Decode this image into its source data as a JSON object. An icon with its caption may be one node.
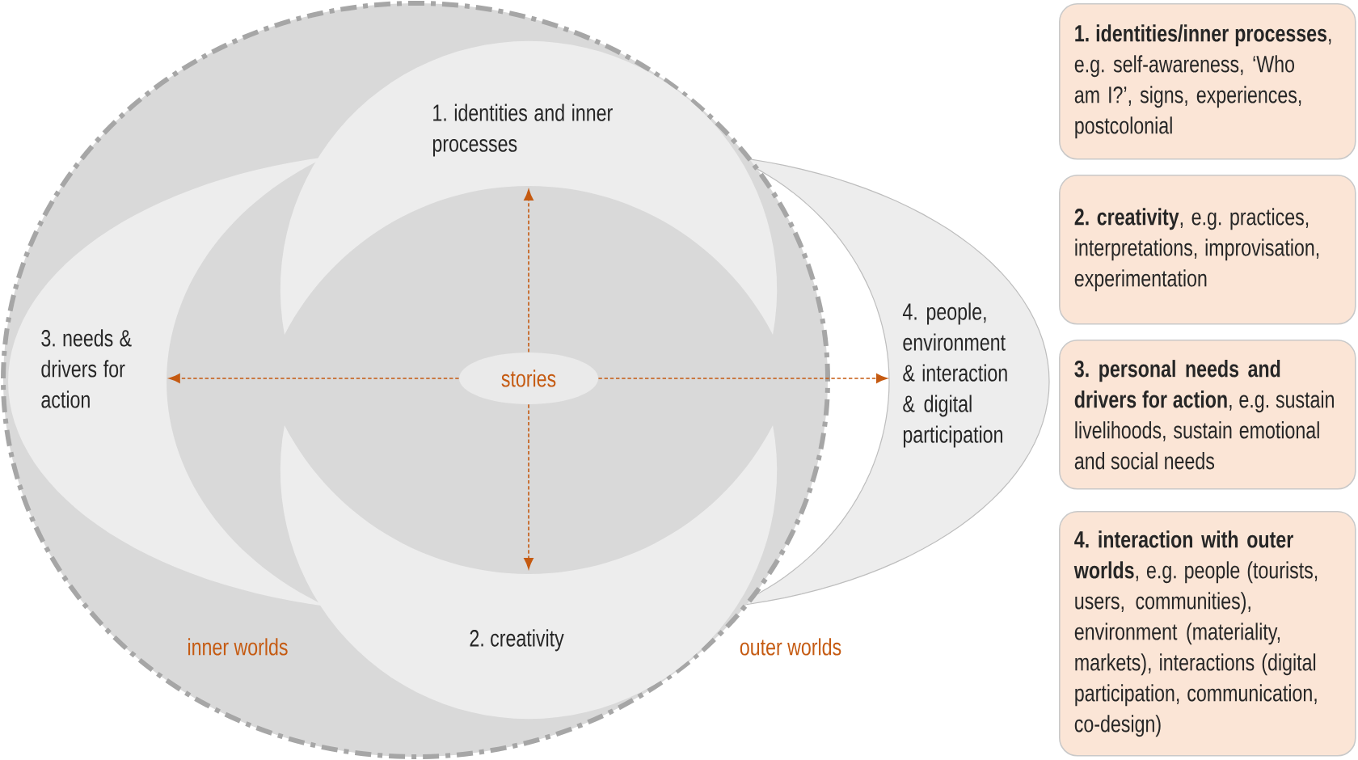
{
  "diagram": {
    "nodes": [
      {
        "text": [
          "inner worlds"
        ]
      },
      {
        "text": [
          "1. identities and inner processes"
        ],
        "in": 0
      },
      {
        "text": [
          "3. needs & drivers for action"
        ],
        "in": 0
      },
      {
        "text": [
          "stories"
        ],
        "in": 0
      },
      {
        "text": [
          "4. people, environment & interaction & digital participation"
        ]
      },
      {
        "text": [
          "2. creativity"
        ],
        "in": 0
      },
      {
        "text": [
          "**1. identities/inner processes**, e.g. self-awareness, ‘Who am I?’, signs, experiences, postcolonial"
        ]
      },
      {
        "text": [
          "**2. creativity**, e.g. practices, interpretations, improvisation, experimentation"
        ]
      },
      {
        "text": [
          "**3. personal needs and drivers for action**, e.g. sustain livelihoods, sustain emotional and social needs"
        ]
      },
      {
        "text": [
          "**4. interaction with outer worlds**, e.g. people (tourists, users, communities), environment (materiality, markets), interactions (digital participation, communication, co-design)"
        ]
      }
    ],
    "edges": [
      {
        "from": 3,
        "to": 1,
        "arrow": "to",
        "style": "dashed"
      },
      {
        "from": 3,
        "to": 2,
        "arrow": "to",
        "style": "dashed"
      },
      {
        "from": 3,
        "to": 4,
        "arrow": "to",
        "style": "dashed"
      },
      {
        "from": 3,
        "to": 5,
        "arrow": "to",
        "style": "dashed"
      }
    ],
    "labels": [
      "outer worlds"
    ]
  }
}
